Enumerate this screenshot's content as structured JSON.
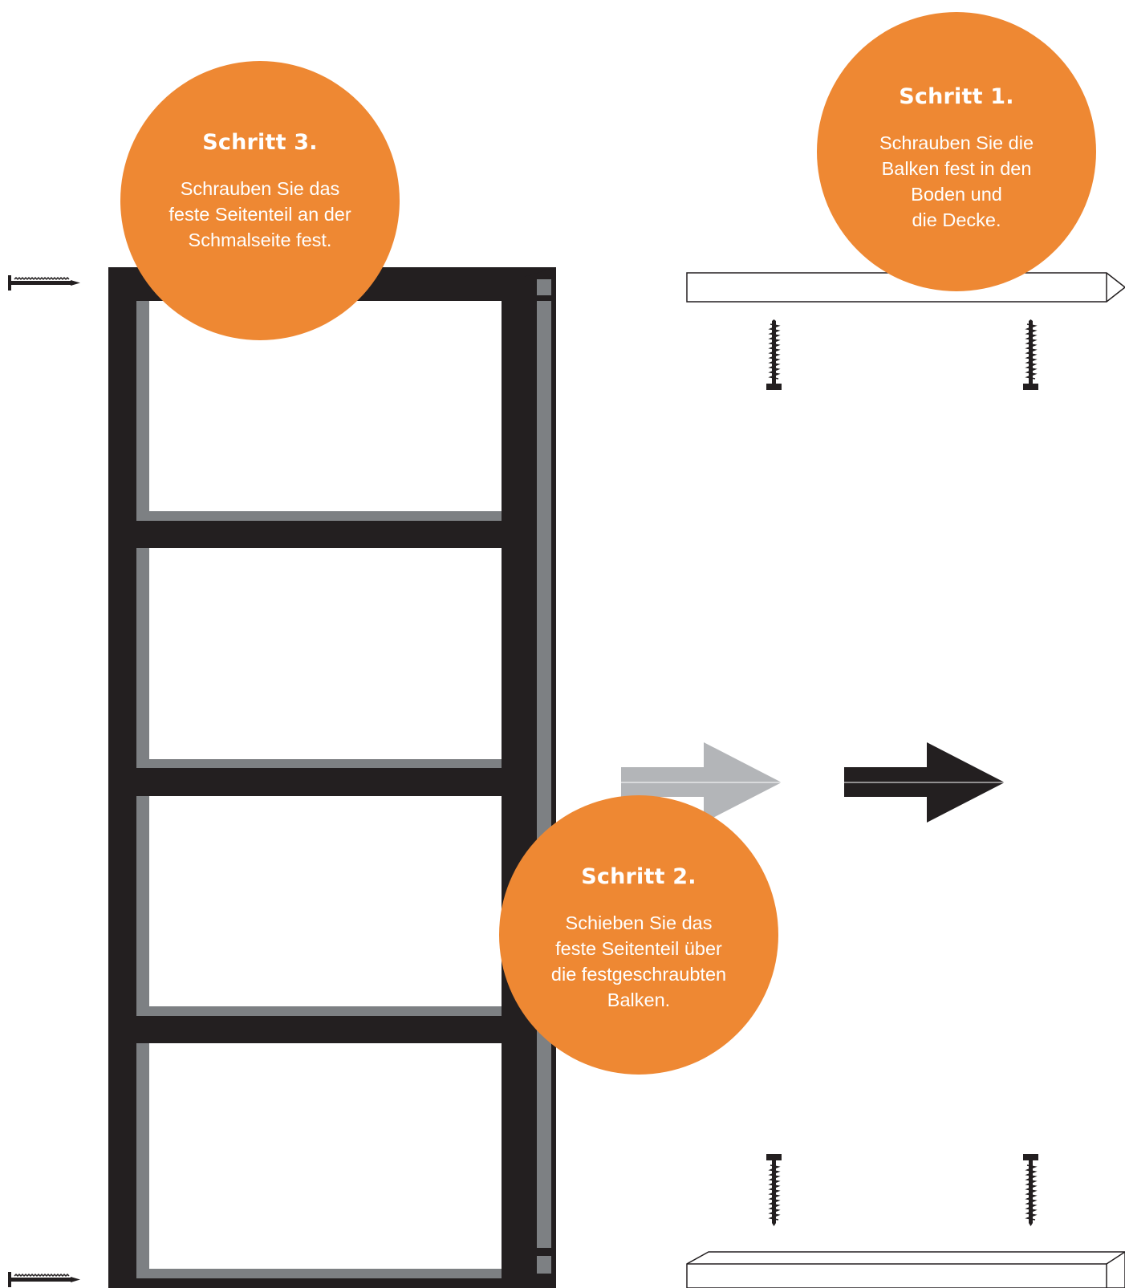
{
  "colors": {
    "accent": "#EE8833",
    "frame": "#231F20",
    "shadow": "#7D8083",
    "arrow_light": "#B3B5B8",
    "arrow_dark": "#231F20",
    "text_on_accent": "#FFFFFF"
  },
  "steps": {
    "step1": {
      "title": "Schritt 1.",
      "text": "Schrauben Sie die\nBalken fest in den\nBoden und\ndie Decke."
    },
    "step2": {
      "title": "Schritt 2.",
      "text": "Schieben Sie das\nfeste Seitenteil über\ndie festgeschraubten\nBalken."
    },
    "step3": {
      "title": "Schritt 3.",
      "text": "Schrauben Sie das\nfeste Seitenteil an der\nSchmalseite fest."
    }
  },
  "icons": {
    "screws": "screw-icon",
    "arrows": "arrow-right-icon",
    "beams": "beam",
    "frame": "side-panel-frame"
  }
}
